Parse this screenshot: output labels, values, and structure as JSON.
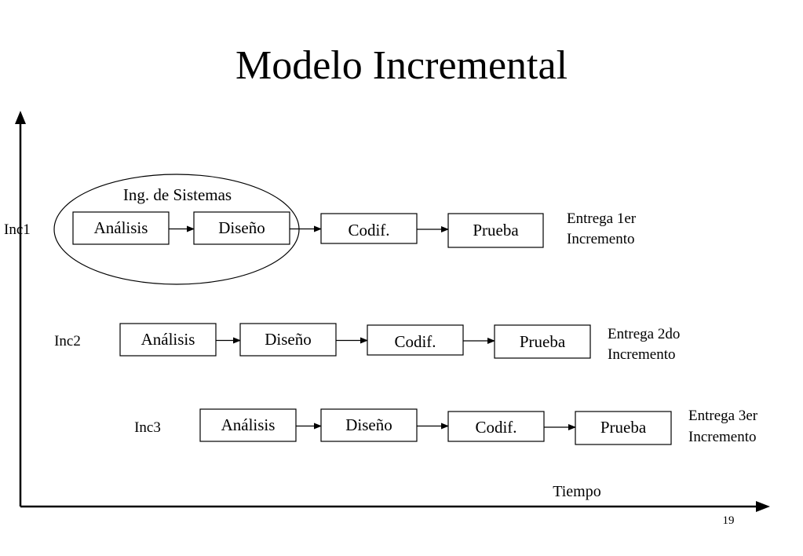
{
  "slide": {
    "title": "Modelo Incremental",
    "page_number": "19"
  },
  "axes": {
    "x_label": "Tiempo"
  },
  "group_label": "Ing. de Sistemas",
  "increments": [
    {
      "label": "Inc1",
      "phases": [
        "Análisis",
        "Diseño",
        "Codif.",
        "Prueba"
      ],
      "delivery": [
        "Entrega 1er",
        "Incremento"
      ]
    },
    {
      "label": "Inc2",
      "phases": [
        "Análisis",
        "Diseño",
        "Codif.",
        "Prueba"
      ],
      "delivery": [
        "Entrega 2do",
        "Incremento"
      ]
    },
    {
      "label": "Inc3",
      "phases": [
        "Análisis",
        "Diseño",
        "Codif.",
        "Prueba"
      ],
      "delivery": [
        "Entrega 3er",
        "Incremento"
      ]
    }
  ]
}
